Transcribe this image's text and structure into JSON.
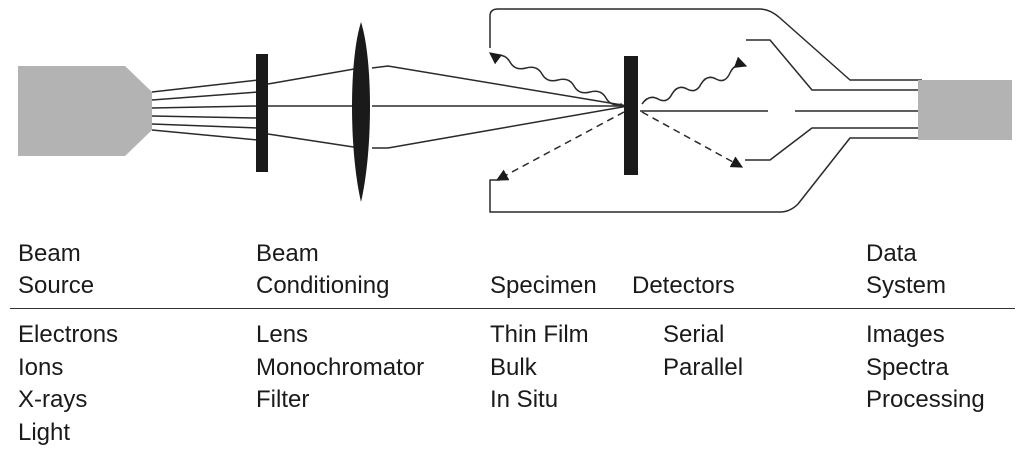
{
  "colors": {
    "source_gray": "#b3b3b3",
    "element_dark": "#1a1a1a",
    "line": "#2a2a2a",
    "text": "#1a1a1a"
  },
  "headers": {
    "beam_source": [
      "Beam",
      "Source"
    ],
    "beam_conditioning": [
      "Beam",
      "Conditioning"
    ],
    "specimen": "Specimen",
    "detectors": "Detectors",
    "data_system": [
      "Data",
      "System"
    ]
  },
  "lists": {
    "beam_source": [
      "Electrons",
      "Ions",
      "X-rays",
      "Light"
    ],
    "beam_conditioning": [
      "Lens",
      "Monochromator",
      "Filter"
    ],
    "specimen": [
      "Thin Film",
      "Bulk",
      "In Situ"
    ],
    "detectors": [
      "Serial",
      "Parallel"
    ],
    "data_system": [
      "Images",
      "Spectra",
      "Processing"
    ]
  }
}
